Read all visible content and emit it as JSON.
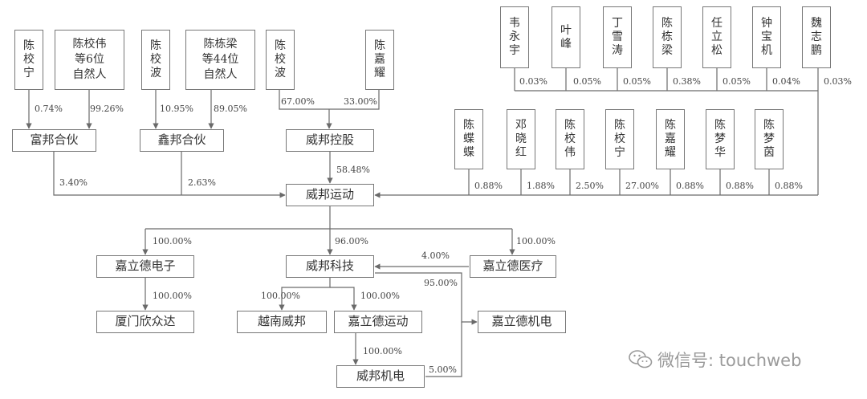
{
  "colors": {
    "line": "#6a6a6a",
    "box_border": "#777777",
    "text": "#333333",
    "watermark": "#9a9a9a"
  },
  "entities": {
    "chen_xiao_ning": "陈\n校\n宁",
    "chen_xiao_wei_group6": "陈校伟\n等6位\n自然人",
    "chen_xiao_bo": "陈\n校\n波",
    "chen_dong_liang_group44": "陈栋梁\n等44位\n自然人",
    "chen_xiao_bo_2": "陈\n校\n波",
    "chen_jia_yao": "陈\n嘉\n耀",
    "wei_yong_yu": "韦\n永\n宇",
    "ye_feng": "叶\n峰",
    "ding_xue_tao": "丁\n雪\n涛",
    "chen_dong_liang": "陈\n栋\n梁",
    "ren_li_song": "任\n立\n松",
    "zhong_bao_ji": "钟\n宝\n机",
    "wei_zhi_gang": "魏\n志\n鹏",
    "chen_die_die": "陈\n蝶\n蝶",
    "deng_xiao_hong": "邓\n晓\n红",
    "chen_xiao_wei": "陈\n校\n伟",
    "chen_xiao_ning_2": "陈\n校\n宁",
    "chen_jia_yao_2": "陈\n嘉\n耀",
    "chen_meng_hua": "陈\n梦\n华",
    "chen_meng_yin": "陈\n梦\n茵",
    "fubang_hehuo": "富邦合伙",
    "xinbang_hehuo": "鑫邦合伙",
    "weibang_konggu": "威邦控股",
    "weibang_yundong": "威邦运动",
    "jialide_dianzi": "嘉立德电子",
    "weibang_keji": "威邦科技",
    "jialide_yiliao": "嘉立德医疗",
    "xiamen_xinzhongda": "厦门欣众达",
    "yuenan_weibang": "越南威邦",
    "jialide_yundong": "嘉立德运动",
    "jialide_jidian": "嘉立德机电",
    "weibang_jidian": "威邦机电"
  },
  "percentages": {
    "p_ning_fubang": "0.74%",
    "p_group6_fubang": "99.26%",
    "p_bo_xinbang": "10.95%",
    "p_group44_xinbang": "89.05%",
    "p_bo_konggu": "67.00%",
    "p_yao_konggu": "33.00%",
    "p_wei_yong_yu": "0.03%",
    "p_ye_feng": "0.05%",
    "p_ding_xue_tao": "0.05%",
    "p_chen_dong_liang": "0.38%",
    "p_ren_li_song": "0.05%",
    "p_zhong_bao_ji": "0.04%",
    "p_wei_zhi_gang": "0.03%",
    "p_fubang_yundong": "3.40%",
    "p_xinbang_yundong": "2.63%",
    "p_konggu_yundong": "58.48%",
    "p_chen_die_die": "0.88%",
    "p_deng_xiao_hong": "1.88%",
    "p_chen_xiao_wei": "2.50%",
    "p_chen_xiao_ning": "27.00%",
    "p_chen_jia_yao": "0.88%",
    "p_chen_meng_hua": "0.88%",
    "p_chen_meng_yin": "0.88%",
    "p_yundong_dianzi": "100.00%",
    "p_yundong_keji": "96.00%",
    "p_yundong_yiliao": "100.00%",
    "p_yiliao_keji": "4.00%",
    "p_dianzi_xiamen": "100.00%",
    "p_keji_yuenan": "100.00%",
    "p_keji_jialide_yundong": "100.00%",
    "p_keji_jialide_jidian": "95.00%",
    "p_jialide_yundong_jidian": "100.00%",
    "p_weibang_jidian_jialide_jidian": "5.00%"
  },
  "watermark": {
    "text": "微信号: touchweb",
    "icon": "wechat-icon"
  }
}
